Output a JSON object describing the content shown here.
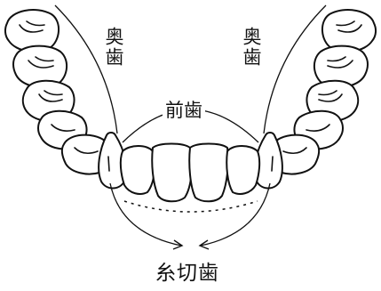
{
  "labels": {
    "back_teeth_left": "奥歯",
    "back_teeth_right": "奥歯",
    "front_teeth": "前歯",
    "incisors": "糸切歯"
  },
  "colors": {
    "line": "#111111",
    "background": "#ffffff"
  }
}
